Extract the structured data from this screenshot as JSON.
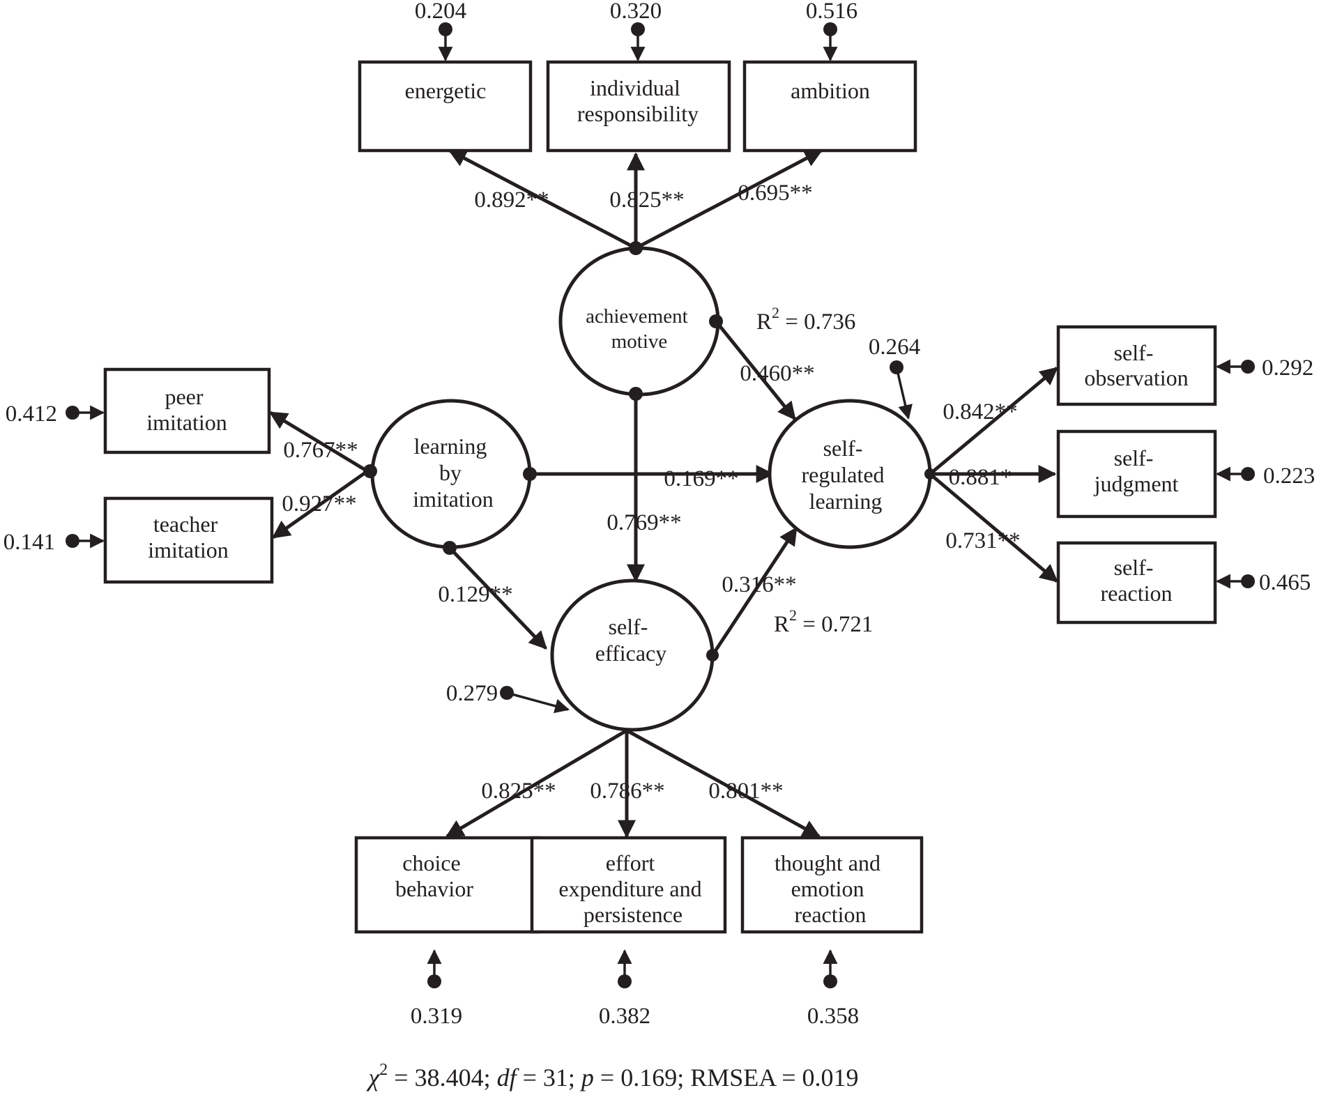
{
  "latents": {
    "achievement_motive": [
      "achievement",
      "motive"
    ],
    "learning_by_imitation": [
      "learning",
      "by",
      "imitation"
    ],
    "self_efficacy": [
      "self-",
      "efficacy"
    ],
    "self_regulated_learning": [
      "self-",
      "regulated",
      "learning"
    ]
  },
  "indicators": {
    "energetic": {
      "label": [
        "energetic"
      ],
      "loading": "0.892**",
      "error": "0.204"
    },
    "individual_responsibility": {
      "label": [
        "individual",
        "responsibility"
      ],
      "loading": "0.825**",
      "error": "0.320"
    },
    "ambition": {
      "label": [
        "ambition"
      ],
      "loading": "0.695**",
      "error": "0.516"
    },
    "peer_imitation": {
      "label": [
        "peer",
        "imitation"
      ],
      "loading": "0.767**",
      "error": "0.412"
    },
    "teacher_imitation": {
      "label": [
        "teacher",
        "imitation"
      ],
      "loading": "0.927**",
      "error": "0.141"
    },
    "self_observation": {
      "label": [
        "self-",
        "observation"
      ],
      "loading": "0.842**",
      "error": "0.292"
    },
    "self_judgment": {
      "label": [
        "self-",
        "judgment"
      ],
      "loading": "0.881*",
      "error": "0.223"
    },
    "self_reaction": {
      "label": [
        "self-",
        "reaction"
      ],
      "loading": "0.731**",
      "error": "0.465"
    },
    "choice_behavior": {
      "label": [
        "choice",
        "behavior"
      ],
      "loading": "0.825**",
      "error": "0.319"
    },
    "effort_expenditure": {
      "label": [
        "effort",
        "expenditure and",
        "persistence"
      ],
      "loading": "0.786**",
      "error": "0.382"
    },
    "thought_emotion": {
      "label": [
        "thought and",
        "emotion",
        "reaction"
      ],
      "loading": "0.801**",
      "error": "0.358"
    }
  },
  "paths": {
    "achievement_to_srl": "0.460**",
    "imitation_to_srl": "0.169**",
    "achievement_to_efficacy": "0.769**",
    "imitation_to_efficacy": "0.129**",
    "efficacy_to_srl": "0.316**"
  },
  "disturbances": {
    "self_regulated_learning": "0.264",
    "self_efficacy": "0.279"
  },
  "r_squared": {
    "self_regulated_learning": {
      "prefix": "R",
      "sup": "2",
      "value": " = 0.736"
    },
    "self_efficacy": {
      "prefix": "R",
      "sup": "2",
      "value": " = 0.721"
    }
  },
  "fit": {
    "chi_symbol": "χ",
    "chi_sup": "2",
    "chi_value": " = 38.404; ",
    "df_label": "df",
    "df_value": " = 31; ",
    "p_label": "p",
    "p_value": " = 0.169; RMSEA = 0.019"
  }
}
